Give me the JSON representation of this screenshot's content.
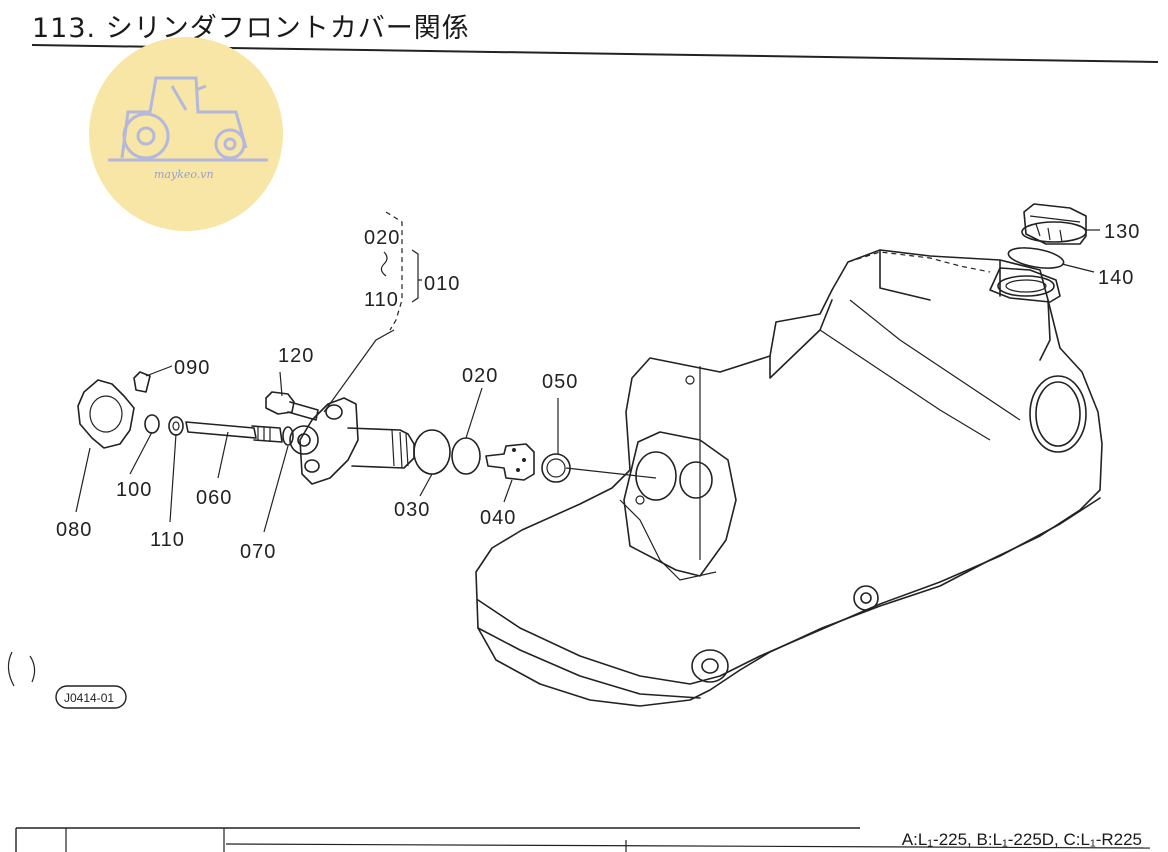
{
  "title": "113. シリンダフロントカバー関係",
  "figure_code": "J0414-01",
  "model_note": "A:L₁-225, B:L₁-225D, C:L₁-R225",
  "watermark": {
    "text": "maykeo.vn",
    "color": "#f8e6a6"
  },
  "callouts": [
    {
      "id": "010",
      "label": "010"
    },
    {
      "id": "020a",
      "label": "020"
    },
    {
      "id": "110a",
      "label": "110"
    },
    {
      "id": "020b",
      "label": "020"
    },
    {
      "id": "030",
      "label": "030"
    },
    {
      "id": "040",
      "label": "040"
    },
    {
      "id": "050",
      "label": "050"
    },
    {
      "id": "060",
      "label": "060"
    },
    {
      "id": "070",
      "label": "070"
    },
    {
      "id": "080",
      "label": "080"
    },
    {
      "id": "090",
      "label": "090"
    },
    {
      "id": "100",
      "label": "100"
    },
    {
      "id": "110b",
      "label": "110"
    },
    {
      "id": "120",
      "label": "120"
    },
    {
      "id": "130",
      "label": "130"
    },
    {
      "id": "140",
      "label": "140"
    }
  ]
}
